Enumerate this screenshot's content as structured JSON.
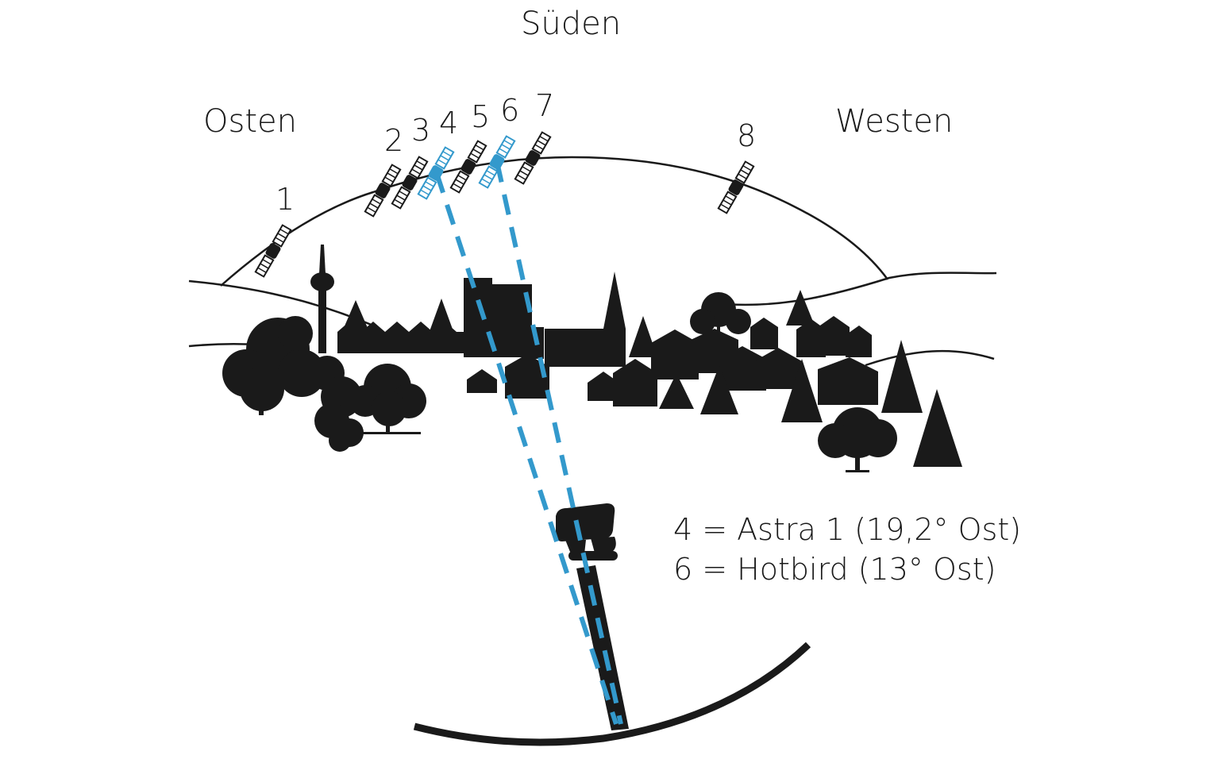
{
  "directions": {
    "south": "Süden",
    "east": "Osten",
    "west": "Westen"
  },
  "satellites": [
    {
      "number": "1",
      "highlighted": false
    },
    {
      "number": "2",
      "highlighted": false
    },
    {
      "number": "3",
      "highlighted": false
    },
    {
      "number": "4",
      "highlighted": true
    },
    {
      "number": "5",
      "highlighted": false
    },
    {
      "number": "6",
      "highlighted": true
    },
    {
      "number": "7",
      "highlighted": false
    },
    {
      "number": "8",
      "highlighted": false
    }
  ],
  "legend": {
    "line1": "4 = Astra 1 (19,2° Ost)",
    "line2": "6 = Hotbird (13° Ost)"
  },
  "colors": {
    "ink": "#1a1a1a",
    "beam": "#3399cc"
  }
}
